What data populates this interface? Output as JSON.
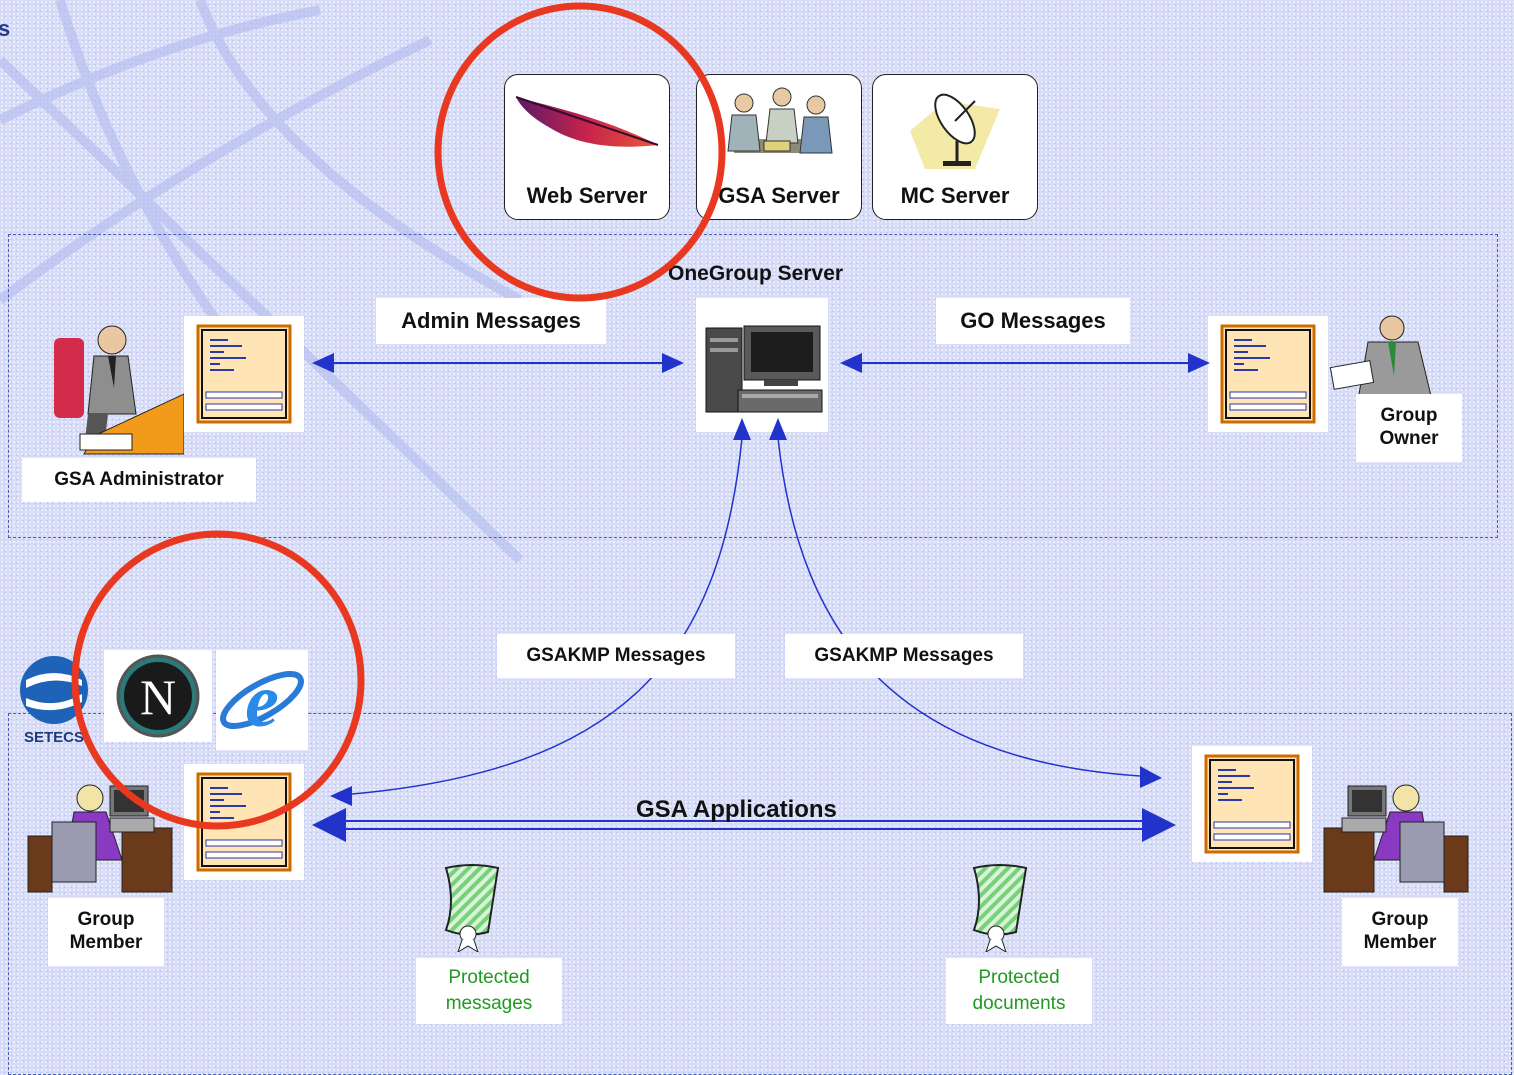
{
  "servers": {
    "web": "Web Server",
    "gsa": "GSA Server",
    "mc": "MC Server"
  },
  "onegroup_title": "OneGroup Server",
  "messages": {
    "admin": "Admin Messages",
    "go": "GO Messages",
    "gsakmp_left": "GSAKMP Messages",
    "gsakmp_right": "GSAKMP Messages",
    "applications": "GSA Applications"
  },
  "actors": {
    "administrator": "GSA Administrator",
    "owner_line1": "Group",
    "owner_line2": "Owner",
    "member_left_line1": "Group",
    "member_left_line2": "Member",
    "member_right_line1": "Group",
    "member_right_line2": "Member"
  },
  "protected": {
    "messages_line1": "Protected",
    "messages_line2": "messages",
    "documents_line1": "Protected",
    "documents_line2": "documents"
  },
  "logos": {
    "setecs": "SETECS",
    "netscape_letter": "N",
    "ie_letter": "e"
  },
  "colors": {
    "arrow": "#2233cc",
    "highlight_circle": "#e83820",
    "protected_text": "#1f9a1f",
    "background": "#d6dcf7"
  },
  "icons": [
    "apache-feather-icon",
    "meeting-people-icon",
    "satellite-dish-icon",
    "server-computer-icon",
    "client-terminal-icon",
    "administrator-person-icon",
    "owner-person-icon",
    "member-person-icon",
    "certificate-scroll-icon",
    "setecs-logo-icon",
    "netscape-logo-icon",
    "ie-logo-icon"
  ]
}
